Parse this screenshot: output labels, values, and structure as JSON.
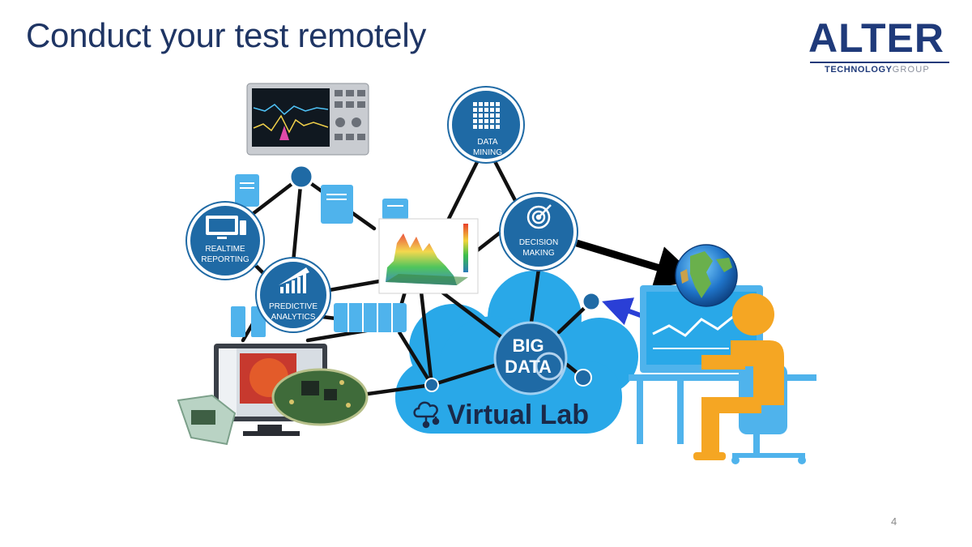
{
  "slide": {
    "title": "Conduct your test remotely",
    "page_number": "4"
  },
  "logo": {
    "main": "ALTER",
    "sub_bold": "TECHNOLOGY",
    "sub_light": "GROUP"
  },
  "diagram": {
    "nodes": {
      "realtime_reporting": [
        "REALTIME",
        "REPORTING"
      ],
      "predictive_analytics": [
        "PREDICTIVE",
        "ANALYTICS"
      ],
      "data_mining": [
        "DATA",
        "MINING"
      ],
      "decision_making": [
        "DECISION",
        "MAKING"
      ],
      "big_data": [
        "BIG",
        "DATA"
      ]
    },
    "cloud_label": "Virtual Lab"
  },
  "colors": {
    "title": "#1f3564",
    "logo": "#1f3a7a",
    "node_fill": "#1f6aa5",
    "cloud": "#29a8e8",
    "light_blue": "#4fb3ec",
    "person": "#f5a623",
    "arrow_blue": "#2a3fd6"
  },
  "icons": [
    "oscilloscope-icon",
    "chart-3d-icon",
    "computer-board-icon",
    "globe-icon",
    "person-at-desk-icon",
    "target-icon",
    "grid-icon",
    "bar-chart-icon",
    "cloud-network-icon"
  ]
}
